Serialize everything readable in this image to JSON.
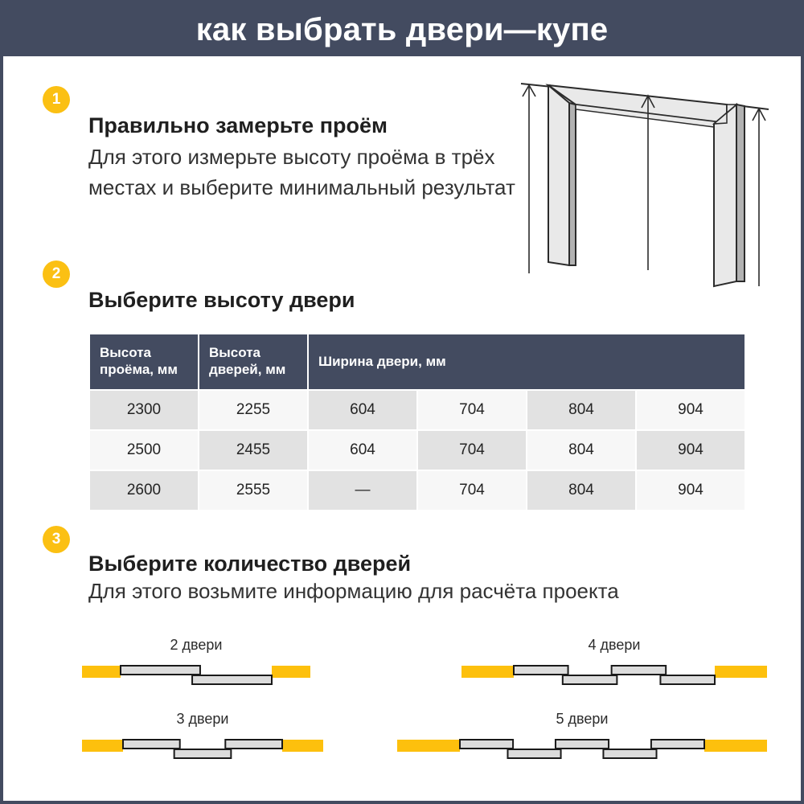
{
  "header": {
    "title": "как выбрать двери—купе"
  },
  "colors": {
    "header_bg": "#434B60",
    "badge": "#FBC013",
    "table_header_bg": "#434B60",
    "cell_shaded": "#E2E2E2",
    "cell_plain": "#F7F7F7",
    "door_yellow": "#FDC00D",
    "panel_fill": "#DCDCDC",
    "panel_stroke": "#1a1a1a",
    "wall_light": "#E9E9E9",
    "wall_mid": "#B2B2B2"
  },
  "steps": [
    {
      "number": "1",
      "heading": "Правильно замерьте проём",
      "body": "Для этого измерьте высоту проёма в трёх местах и выберите минимальный результат"
    },
    {
      "number": "2",
      "heading": "Выберите высоту двери"
    },
    {
      "number": "3",
      "heading": "Выберите количество дверей",
      "body": "Для этого возьмите информацию для расчёта проекта"
    }
  ],
  "table": {
    "headers": {
      "opening_height": "Высота проёма, мм",
      "door_height": "Высота дверей, мм",
      "door_width": "Ширина двери, мм"
    },
    "rows": [
      {
        "opening_height": "2300",
        "door_height": "2255",
        "widths": [
          "604",
          "704",
          "804",
          "904"
        ]
      },
      {
        "opening_height": "2500",
        "door_height": "2455",
        "widths": [
          "604",
          "704",
          "804",
          "904"
        ]
      },
      {
        "opening_height": "2600",
        "door_height": "2555",
        "widths": [
          "—",
          "704",
          "804",
          "904"
        ]
      }
    ]
  },
  "diagrams": [
    {
      "id": "dg2",
      "label": "2 двери",
      "panels": 2
    },
    {
      "id": "dg4",
      "label": "4 двери",
      "panels": 4
    },
    {
      "id": "dg3",
      "label": "3 двери",
      "panels": 3
    },
    {
      "id": "dg5",
      "label": "5 двери",
      "panels": 5
    }
  ],
  "illustration": {
    "name": "doorway-perspective",
    "measure_arrows": 3
  }
}
